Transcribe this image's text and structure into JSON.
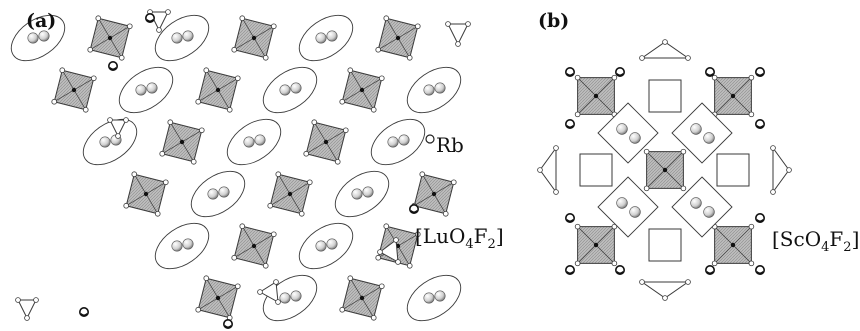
{
  "panels": {
    "a": {
      "label": "(a)"
    },
    "b": {
      "label": "(b)"
    }
  },
  "labels": {
    "rb": "Rb",
    "lu_polyhedron": {
      "open": "[LuO",
      "sub1": "4",
      "mid": "F",
      "sub2": "2",
      "close": "]"
    },
    "sc_polyhedron": {
      "open": "[ScO",
      "sub1": "4",
      "mid": "F",
      "sub2": "2",
      "close": "]"
    }
  },
  "colors": {
    "octahedron_fill": "#b9b9b9",
    "line": "#3a3a3a",
    "sphere_light": "#f4f4f4",
    "sphere_dark": "#8a8a8a"
  }
}
